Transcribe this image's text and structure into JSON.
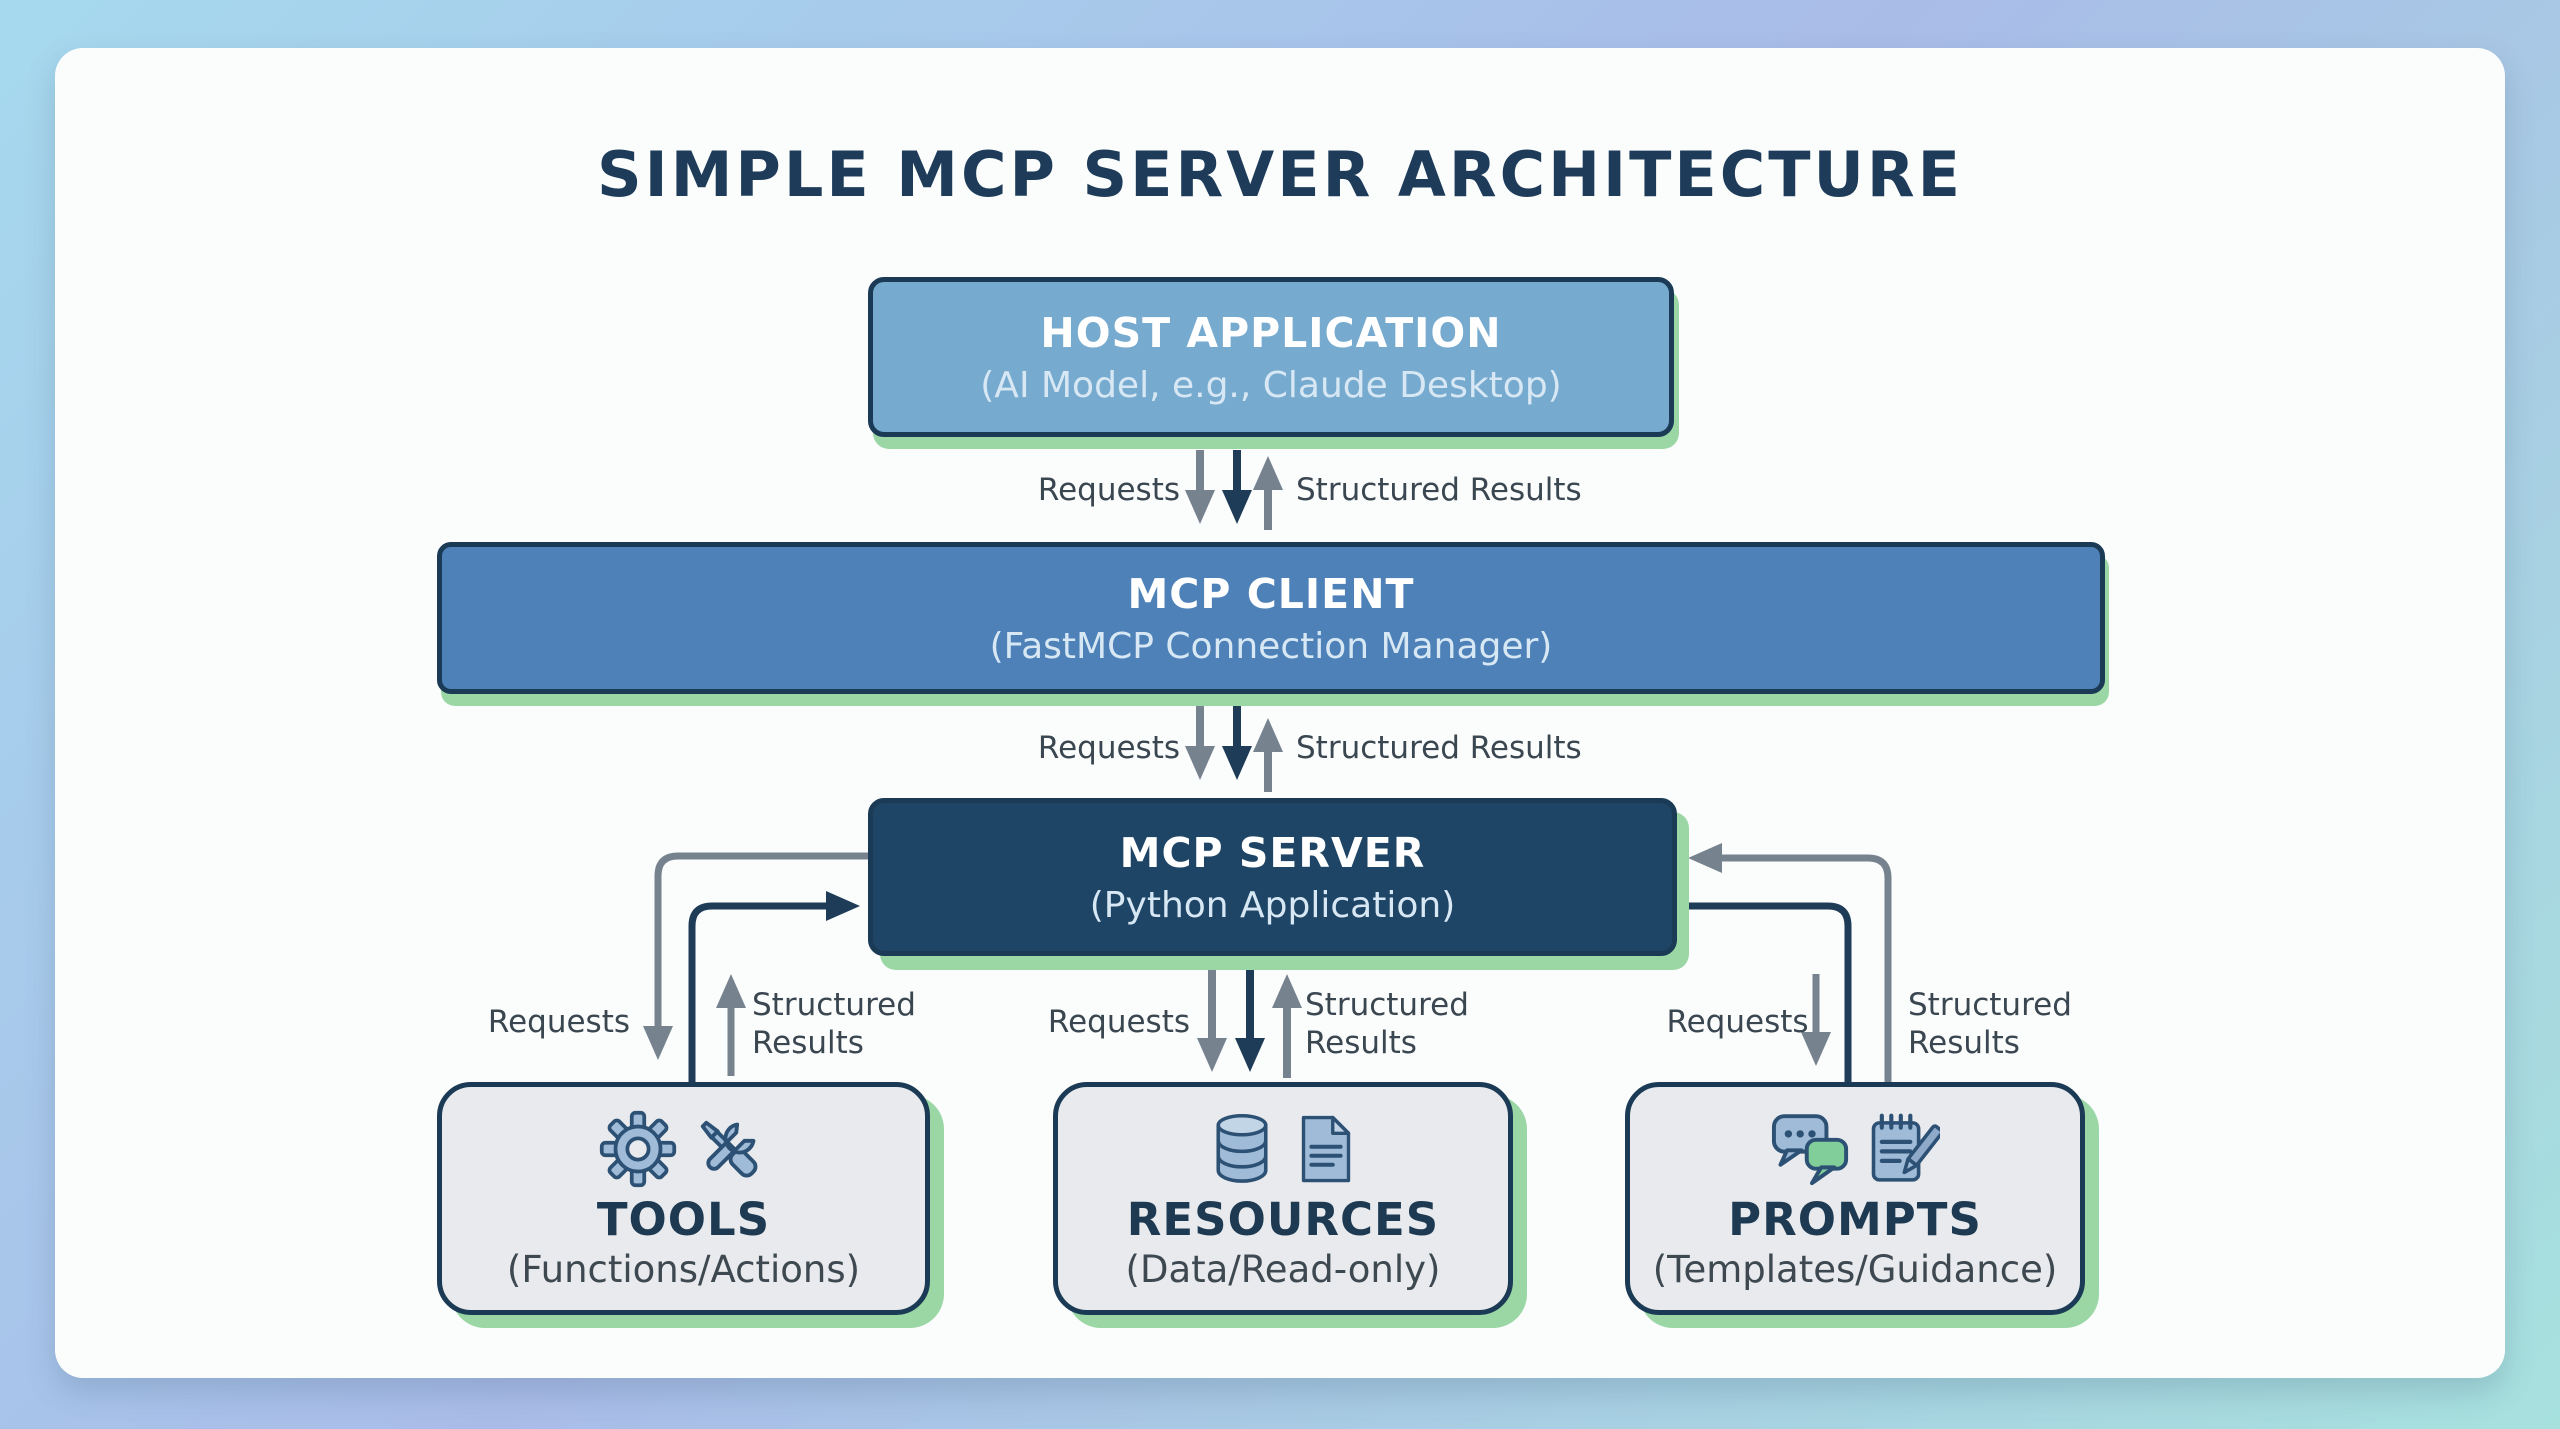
{
  "title": "SIMPLE MCP SERVER ARCHITECTURE",
  "nodes": {
    "host": {
      "title": "HOST APPLICATION",
      "subtitle": "(AI Model, e.g., Claude Desktop)"
    },
    "client": {
      "title": "MCP CLIENT",
      "subtitle": "(FastMCP Connection Manager)"
    },
    "server": {
      "title": "MCP SERVER",
      "subtitle": "(Python Application)"
    },
    "tools": {
      "title": "TOOLS",
      "subtitle": "(Functions/Actions)",
      "icons": [
        "gear-icon",
        "wrench-screwdriver-icon"
      ]
    },
    "resources": {
      "title": "RESOURCES",
      "subtitle": "(Data/Read-only)",
      "icons": [
        "database-icon",
        "document-icon"
      ]
    },
    "prompts": {
      "title": "PROMPTS",
      "subtitle": "(Templates/Guidance)",
      "icons": [
        "chat-bubbles-icon",
        "notepad-pencil-icon"
      ]
    }
  },
  "edges": [
    {
      "from": "host",
      "to": "client",
      "requests": "Requests",
      "results": "Structured Results"
    },
    {
      "from": "client",
      "to": "server",
      "requests": "Requests",
      "results": "Structured Results"
    },
    {
      "from": "server",
      "to": "tools",
      "requests": "Requests",
      "results": "Structured Results"
    },
    {
      "from": "server",
      "to": "resources",
      "requests": "Requests",
      "results": "Structured Results"
    },
    {
      "from": "server",
      "to": "prompts",
      "requests": "Requests",
      "results": "Structured Results"
    }
  ],
  "colors": {
    "bg_top_left": "#A6D9EE",
    "bg_mid": "#A9BCE8",
    "bg_bottom_right": "#A7E1DE",
    "card_bg": "#FBFDFD",
    "title_text": "#1E3C59",
    "host_fill": "#76AACE",
    "client_fill": "#4D81B8",
    "server_fill": "#1F4566",
    "leaf_fill": "#E8EAED",
    "box_border": "#1B3A55",
    "box_title_text": "#FFFFFF",
    "box_subtitle_text": "#D7E8F4",
    "leaf_title_text": "#1D3A52",
    "leaf_subtitle_text": "#3E4850",
    "label_text": "#3A4650",
    "arrow_gray": "#76828E",
    "arrow_navy": "#1E3C58",
    "shadow_green": "#9BD7A5",
    "icon_fill": "#9FBBD8",
    "icon_stroke": "#2C5174",
    "icon_green": "#82CE9A"
  }
}
